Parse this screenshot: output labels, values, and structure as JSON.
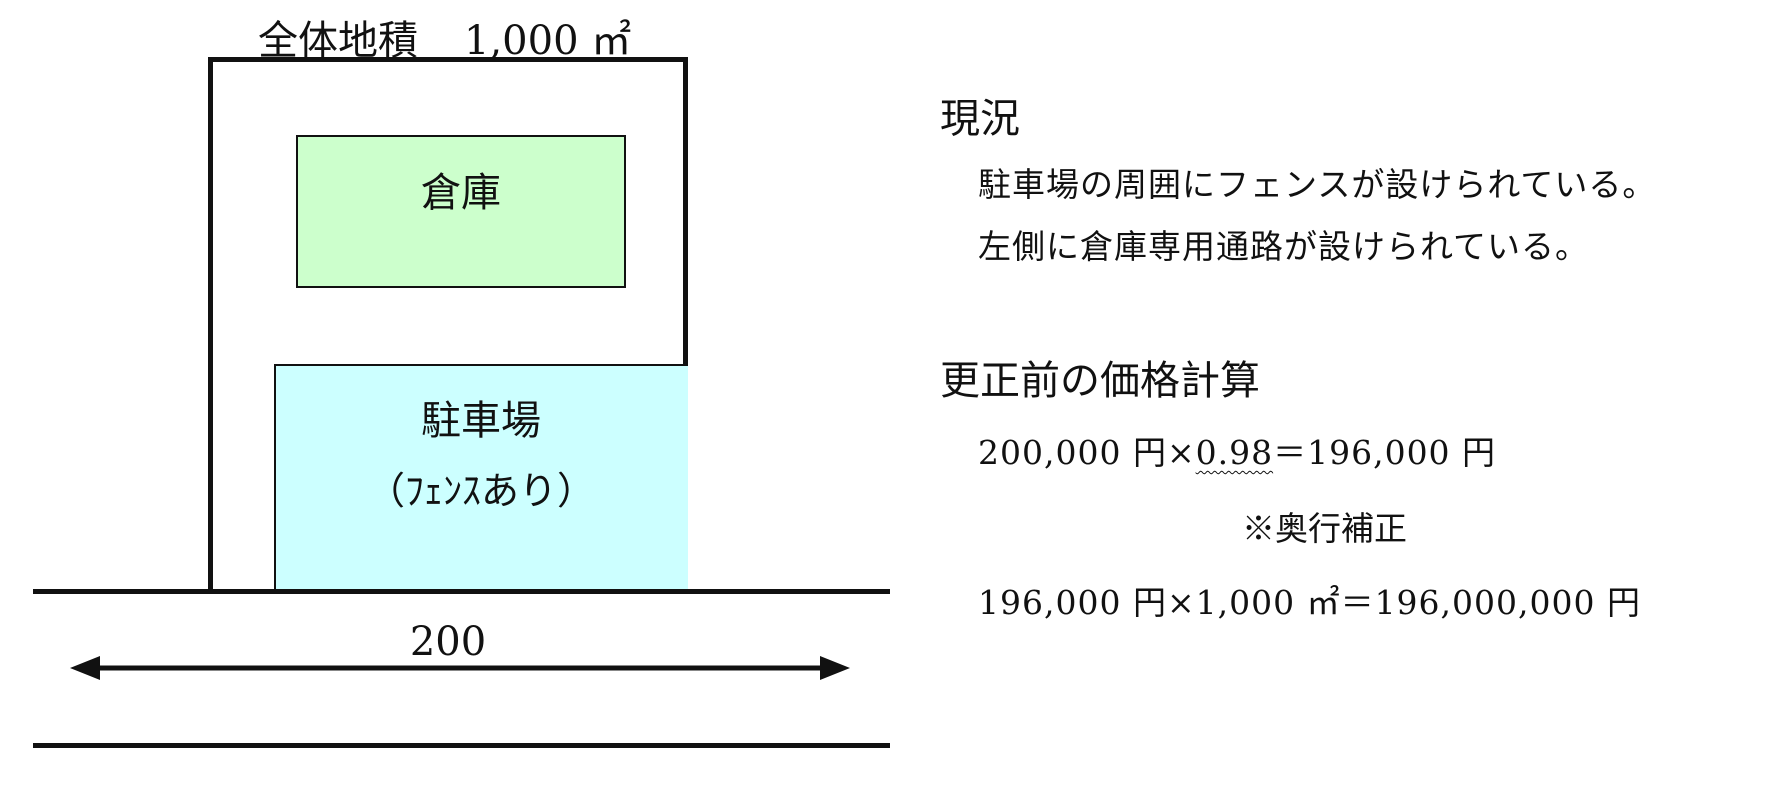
{
  "diagram": {
    "total_area_label": "全体地積",
    "total_area_value": "1,000 ㎡",
    "warehouse_label": "倉庫",
    "parking_label": "駐車場",
    "parking_sub_label": "（ﾌｪﾝｽあり）",
    "frontage_value": "200"
  },
  "current_status": {
    "heading": "現況",
    "line1": "駐車場の周囲にフェンスが設けられている。",
    "line2": "左側に倉庫専用通路が設けられている。"
  },
  "calculation": {
    "heading": "更正前の価格計算",
    "line1_prefix": "200,000 円×",
    "line1_factor": "0.98",
    "line1_suffix": "＝196,000 円",
    "note": "※奥行補正",
    "line2": "196,000 円×1,000 ㎡＝196,000,000 円"
  },
  "colors": {
    "warehouse_fill": "#ccffcc",
    "parking_fill": "#ccffff",
    "line": "#111111"
  }
}
